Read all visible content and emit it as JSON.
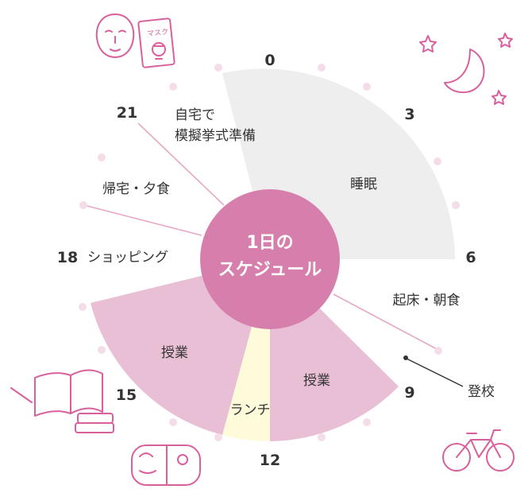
{
  "title": [
    "1日の",
    "スケジュール"
  ],
  "hour_marks": [
    "0",
    "3",
    "6",
    "9",
    "12",
    "15",
    "18",
    "21"
  ],
  "activities": {
    "sleep": "睡眠",
    "wake": "起床・朝食",
    "commute": "登校",
    "class_am": "授業",
    "lunch": "ランチ",
    "class_pm": "授業",
    "shopping": "ショッピング",
    "home_dinner": "帰宅・夕食",
    "home_prep": [
      "自宅で",
      "模擬挙式準備"
    ]
  },
  "doodles": {
    "mask_package_text": "マスク"
  },
  "colors": {
    "center": "#d77fac",
    "sleep": "#eeeeee",
    "class": "#e9bfd6",
    "lunch": "#fdfbd9",
    "dot": "#f4dde8",
    "leader": "#e6a8c4",
    "doodle": "#d8609c"
  }
}
